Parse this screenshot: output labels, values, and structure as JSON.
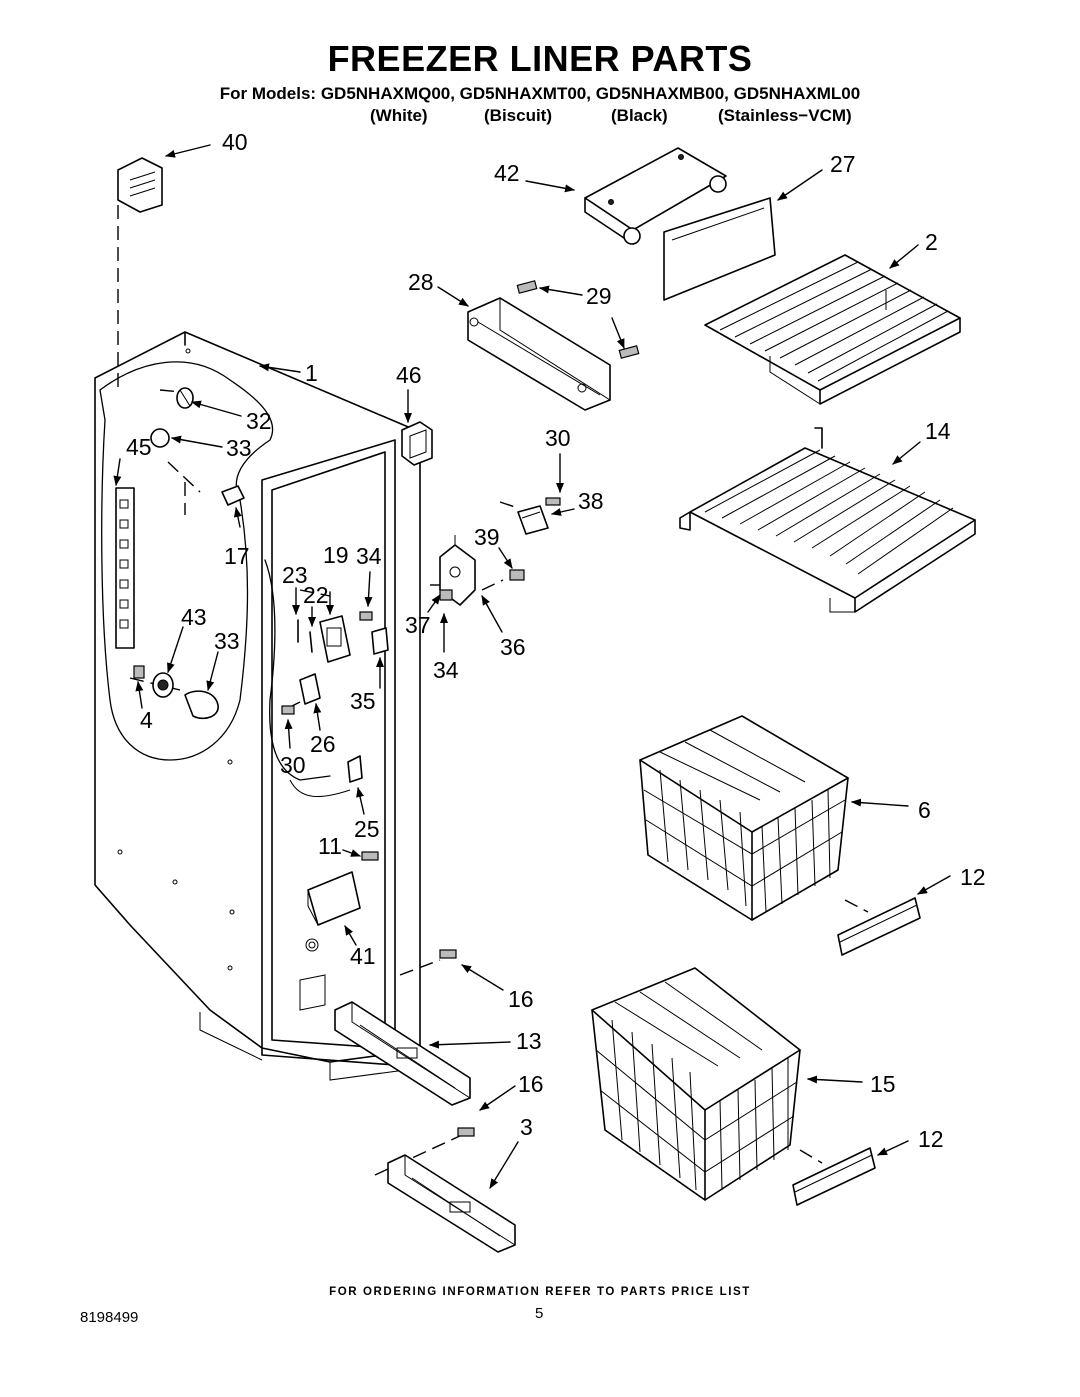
{
  "header": {
    "title": "FREEZER LINER PARTS",
    "models_line": "For Models: GD5NHAXMQ00, GD5NHAXMT00, GD5NHAXMB00, GD5NHAXML00",
    "finishes": [
      "(White)",
      "(Biscuit)",
      "(Black)",
      "(Stainless−VCM)"
    ]
  },
  "callouts": {
    "c40": "40",
    "c42": "42",
    "c27": "27",
    "c2": "2",
    "c28": "28",
    "c29": "29",
    "c1": "1",
    "c46": "46",
    "c32": "32",
    "c45": "45",
    "c33a": "33",
    "c30a": "30",
    "c14": "14",
    "c38": "38",
    "c17": "17",
    "c19": "19",
    "c34a": "34",
    "c39": "39",
    "c23": "23",
    "c22": "22",
    "c43": "43",
    "c33b": "33",
    "c37": "37",
    "c36": "36",
    "c34b": "34",
    "c4": "4",
    "c35": "35",
    "c26": "26",
    "c30b": "30",
    "c6": "6",
    "c25": "25",
    "c11": "11",
    "c12a": "12",
    "c41": "41",
    "c16a": "16",
    "c13": "13",
    "c16b": "16",
    "c15": "15",
    "c3": "3",
    "c12b": "12"
  },
  "footer": {
    "note": "FOR ORDERING INFORMATION REFER TO PARTS PRICE LIST",
    "doc_number": "8198499",
    "page_number": "5"
  }
}
